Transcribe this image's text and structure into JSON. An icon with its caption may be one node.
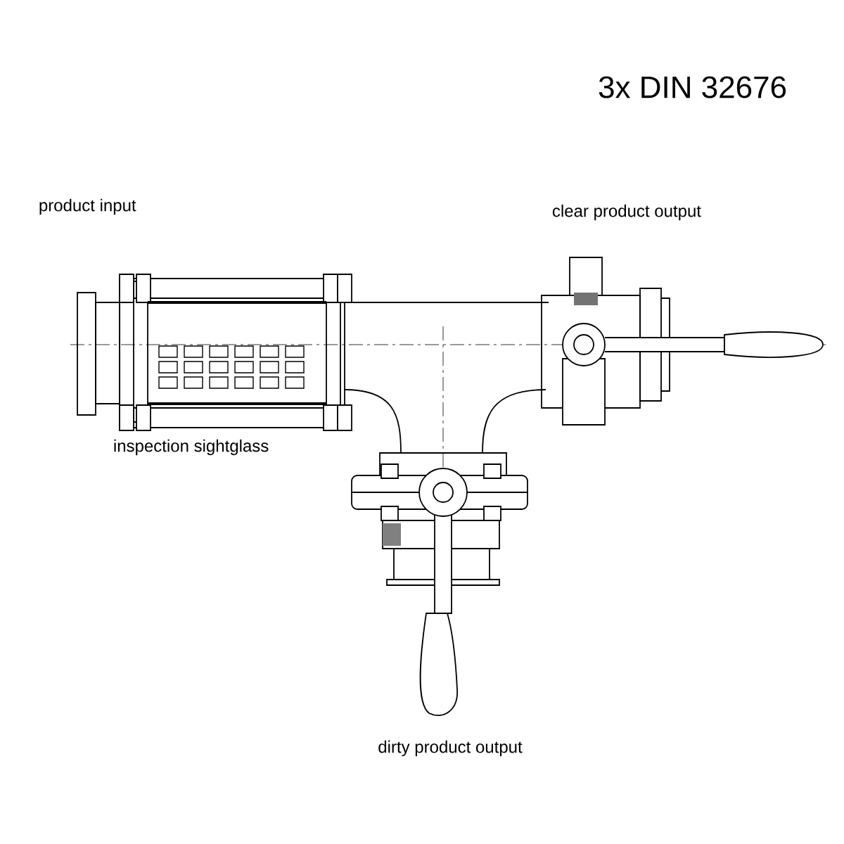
{
  "diagram": {
    "title": "3x DIN 32676",
    "labels": [
      "product input",
      "clear product output",
      "inspection sightglass",
      "dirty product output"
    ]
  }
}
